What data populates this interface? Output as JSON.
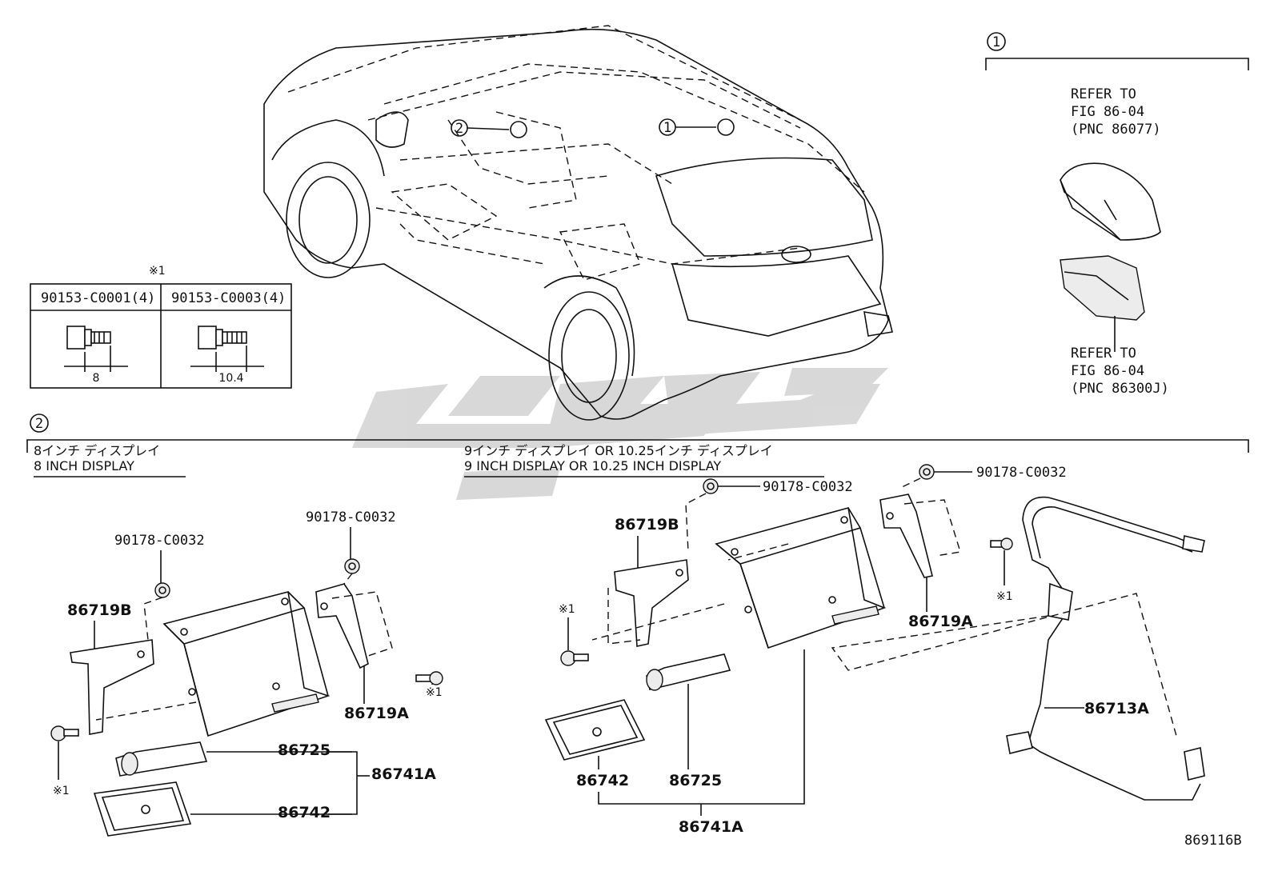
{
  "callouts": {
    "one": "1",
    "two": "2",
    "note_mark": "※1"
  },
  "bolt_table": {
    "col1_part": "90153-C0001(4)",
    "col2_part": "90153-C0003(4)",
    "col1_dim": "8",
    "col2_dim": "10.4"
  },
  "antenna": {
    "refer1": [
      "REFER TO",
      "FIG 86-04",
      "(PNC 86077)"
    ],
    "refer2": [
      "REFER TO",
      "FIG 86-04",
      "(PNC 86300J)"
    ]
  },
  "section2": {
    "left_title_jp": "8インチ ディスプレイ",
    "left_title_en": "8 INCH DISPLAY",
    "right_title_jp": "9インチ ディスプレイ OR 10.25インチ ディスプレイ",
    "right_title_en": "9 INCH DISPLAY OR 10.25 INCH DISPLAY"
  },
  "parts": {
    "nut": "90178-C0032",
    "bracket_b": "86719B",
    "bracket_a": "86719A",
    "receiver": "86725",
    "assembly": "86741A",
    "plate": "86742",
    "cable": "86713A"
  },
  "footer": {
    "figure_id": "869116B"
  },
  "watermark": {
    "color": "#d0d0d0"
  }
}
